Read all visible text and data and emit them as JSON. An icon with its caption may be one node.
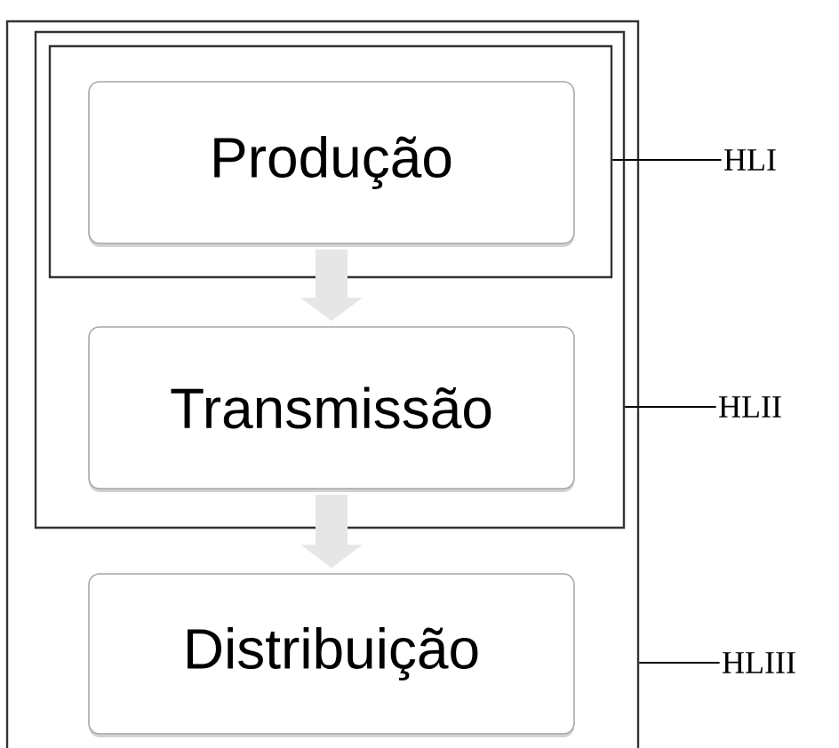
{
  "diagram": {
    "nodes": [
      {
        "text": [],
        "shape": "box"
      },
      {
        "text": [],
        "shape": "box",
        "in": 0
      },
      {
        "text": [],
        "shape": "box",
        "in": 1
      },
      {
        "text": [
          "Produção"
        ],
        "in": 2
      },
      {
        "text": [
          "Transmissão"
        ],
        "in": 1
      },
      {
        "text": [
          "Distribuição"
        ],
        "in": 0
      },
      {
        "text": [
          "HLI"
        ]
      },
      {
        "text": [
          "HLII"
        ]
      },
      {
        "text": [
          "HLIII"
        ]
      }
    ],
    "edges": [
      {
        "from": 3,
        "to": 4,
        "arrow": "to",
        "style": "thick",
        "color": "#e6e6e6"
      },
      {
        "from": 4,
        "to": 5,
        "arrow": "to",
        "style": "thick",
        "color": "#e6e6e6"
      },
      {
        "from": 6,
        "to": 2,
        "arrow": "none"
      },
      {
        "from": 7,
        "to": 1,
        "arrow": "none"
      },
      {
        "from": 8,
        "to": 0,
        "arrow": "none"
      }
    ]
  }
}
